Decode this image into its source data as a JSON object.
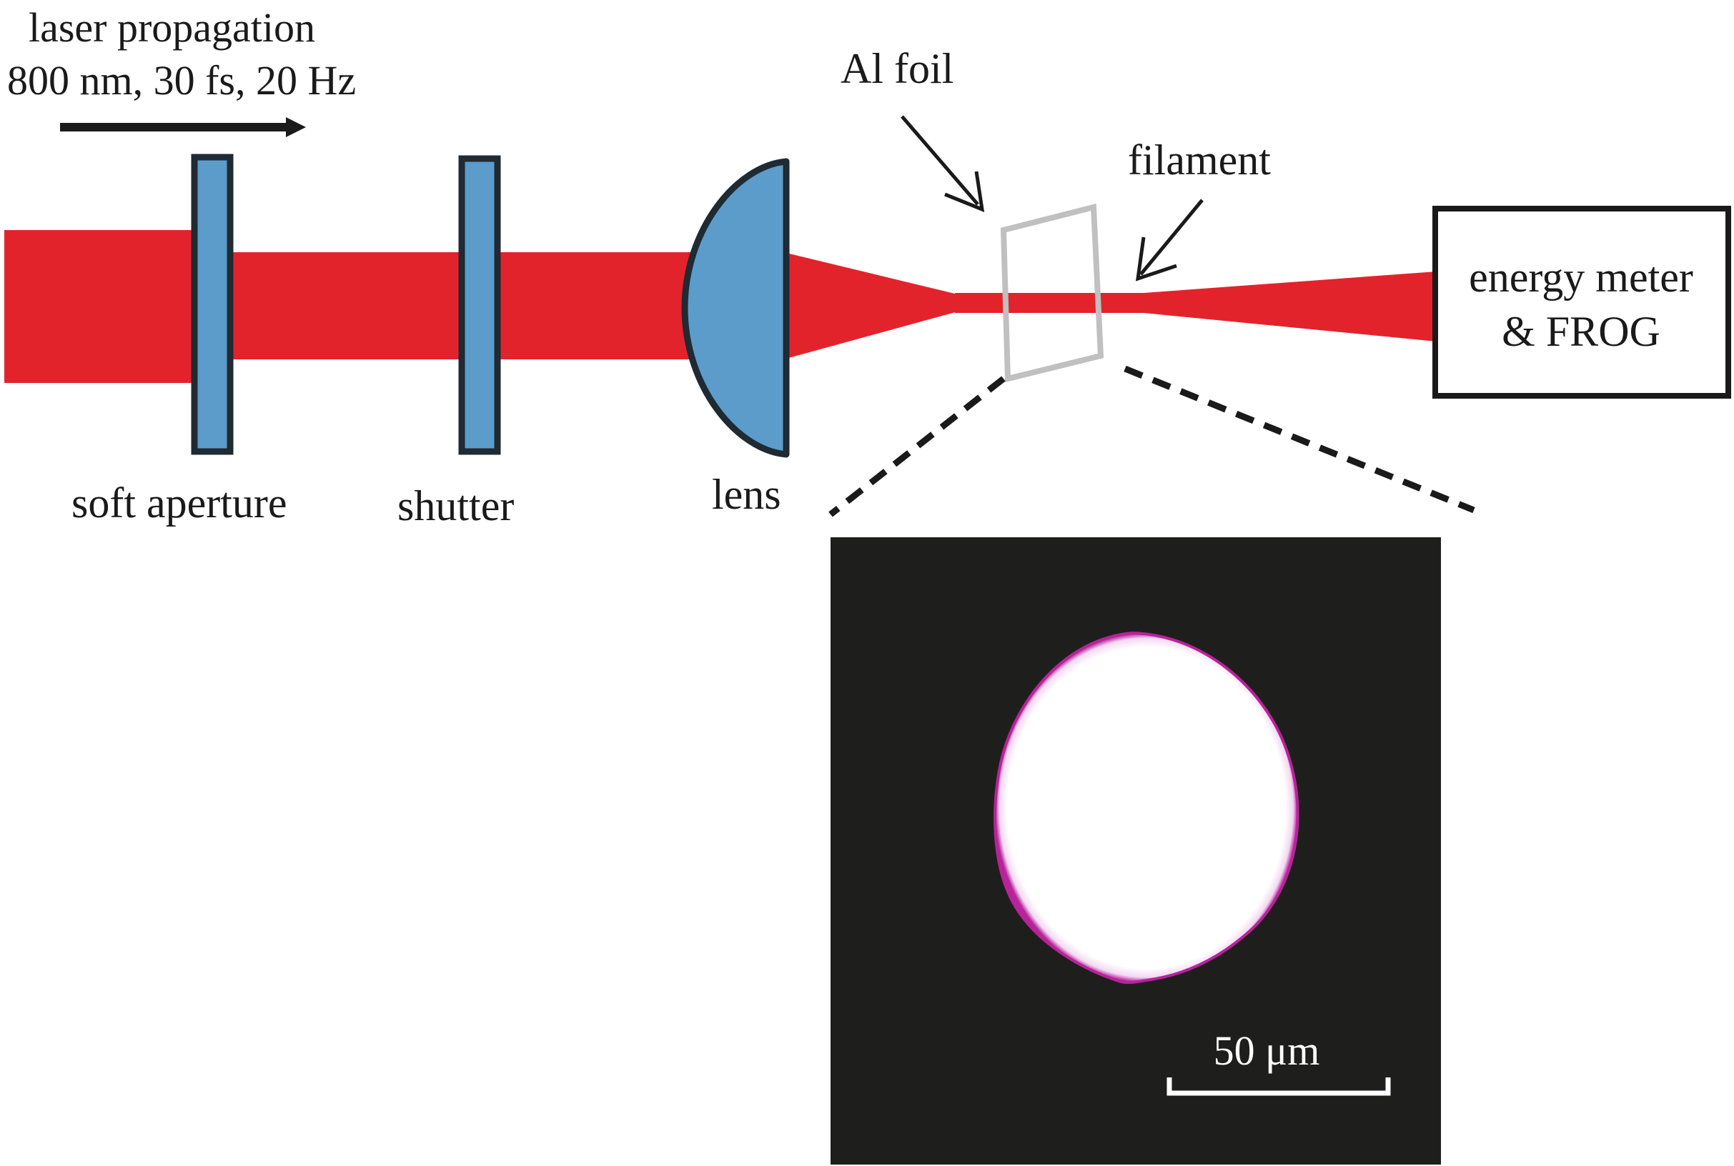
{
  "header": {
    "propagation_title": "laser propagation",
    "laser_params": "800 nm, 30 fs, 20 Hz"
  },
  "components": {
    "soft_aperture": "soft aperture",
    "shutter": "shutter",
    "lens": "lens",
    "al_foil": "Al foil",
    "filament": "filament",
    "detector_line1": "energy meter",
    "detector_line2": "& FROG"
  },
  "inset": {
    "scale_bar_label": "50 μm"
  },
  "colors": {
    "beam": "#e3232c",
    "optic_fill": "#5b9ccb",
    "optic_stroke": "#1f2a33",
    "foil": "#c0c0c0",
    "inset_background": "#1e1f1c"
  }
}
